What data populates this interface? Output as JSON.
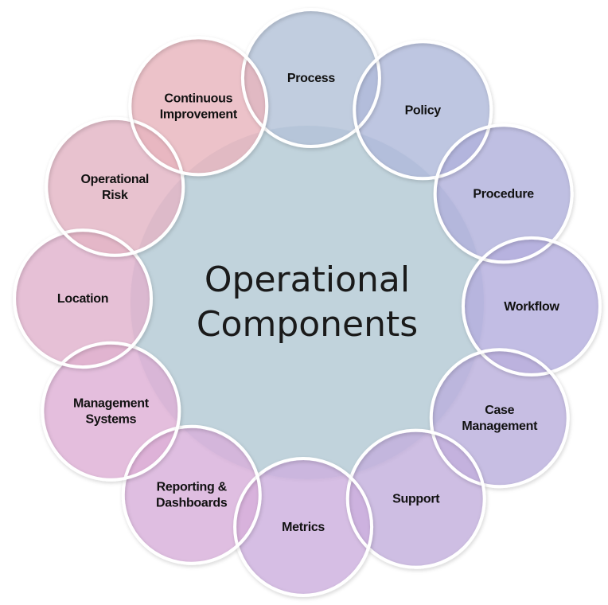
{
  "center": {
    "lines": [
      "Operational",
      "Components"
    ],
    "color": "#bcd0da"
  },
  "components": [
    {
      "name": "process-node",
      "lines": [
        "Process"
      ],
      "color": "#b3c2d8"
    },
    {
      "name": "policy-node",
      "lines": [
        "Policy"
      ],
      "color": "#b0b9da"
    },
    {
      "name": "procedure-node",
      "lines": [
        "Procedure"
      ],
      "color": "#b1b1dc"
    },
    {
      "name": "workflow-node",
      "lines": [
        "Workflow"
      ],
      "color": "#b5afde"
    },
    {
      "name": "case-management-node",
      "lines": [
        "Case",
        "Management"
      ],
      "color": "#bbb0dd"
    },
    {
      "name": "support-node",
      "lines": [
        "Support"
      ],
      "color": "#c3b0dd"
    },
    {
      "name": "metrics-node",
      "lines": [
        "Metrics"
      ],
      "color": "#cdb0de"
    },
    {
      "name": "reporting-dashboards-node",
      "lines": [
        "Reporting &",
        "Dashboards"
      ],
      "color": "#d8b0db"
    },
    {
      "name": "management-systems-node",
      "lines": [
        "Management",
        "Systems"
      ],
      "color": "#deb0d6"
    },
    {
      "name": "location-node",
      "lines": [
        "Location"
      ],
      "color": "#e0b2cd"
    },
    {
      "name": "operational-risk-node",
      "lines": [
        "Operational",
        "Risk"
      ],
      "color": "#e3b4c4"
    },
    {
      "name": "continuous-improvement-node",
      "lines": [
        "Continuous",
        "Improvement"
      ],
      "color": "#e8b4bd"
    }
  ]
}
